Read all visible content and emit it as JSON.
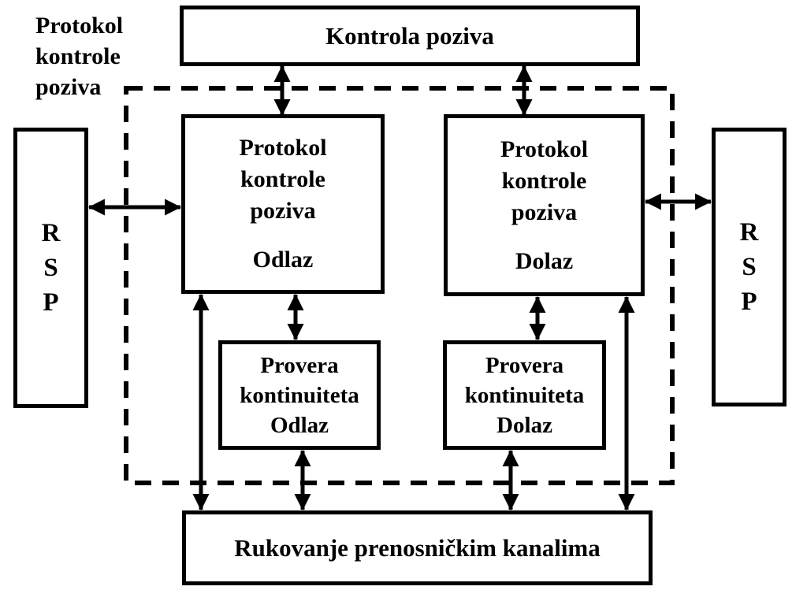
{
  "diagram_label": {
    "lines": [
      "Protokol",
      "kontrole",
      "poziva"
    ]
  },
  "boxes": {
    "kontrola_poziva": {
      "label": "Kontrola poziva"
    },
    "rsp_left": {
      "letters": [
        "R",
        "S",
        "P"
      ]
    },
    "rsp_right": {
      "letters": [
        "R",
        "S",
        "P"
      ]
    },
    "pkp_odlaz": {
      "lines": [
        "Protokol",
        "kontrole",
        "poziva"
      ],
      "variant": "Odlaz"
    },
    "pkp_dolaz": {
      "lines": [
        "Protokol",
        "kontrole",
        "poziva"
      ],
      "variant": "Dolaz"
    },
    "provera_odlaz": {
      "lines": [
        "Provera",
        "kontinuiteta",
        "Odlaz"
      ]
    },
    "provera_dolaz": {
      "lines": [
        "Provera",
        "kontinuiteta",
        "Dolaz"
      ]
    },
    "rukovanje": {
      "label": "Rukovanje prenosničkim kanalima"
    }
  },
  "colors": {
    "line": "#000000",
    "background": "#ffffff",
    "text": "#000000"
  }
}
